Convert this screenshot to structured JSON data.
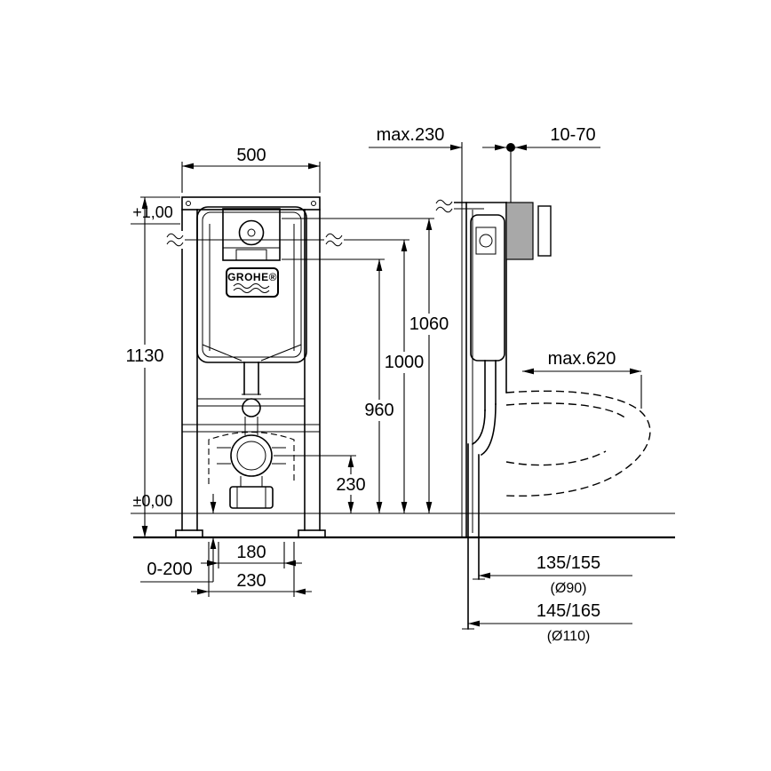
{
  "drawing": {
    "brand": "GROHE®",
    "dims": {
      "width": "500",
      "depth_max": "max.230",
      "plate_thickness": "10-70",
      "height": "1130",
      "level_upper": "+1,00",
      "level_floor": "±0,00",
      "h_top": "1060",
      "h_mid": "1000",
      "h_low": "960",
      "drain_height": "230",
      "bowl_depth_max": "max.620",
      "foot_adjust": "0-200",
      "w_inner": "180",
      "w_outer": "230",
      "outlet_a": "135/155",
      "outlet_a_dia": "(Ø90)",
      "outlet_b": "145/165",
      "outlet_b_dia": "(Ø110)"
    }
  }
}
